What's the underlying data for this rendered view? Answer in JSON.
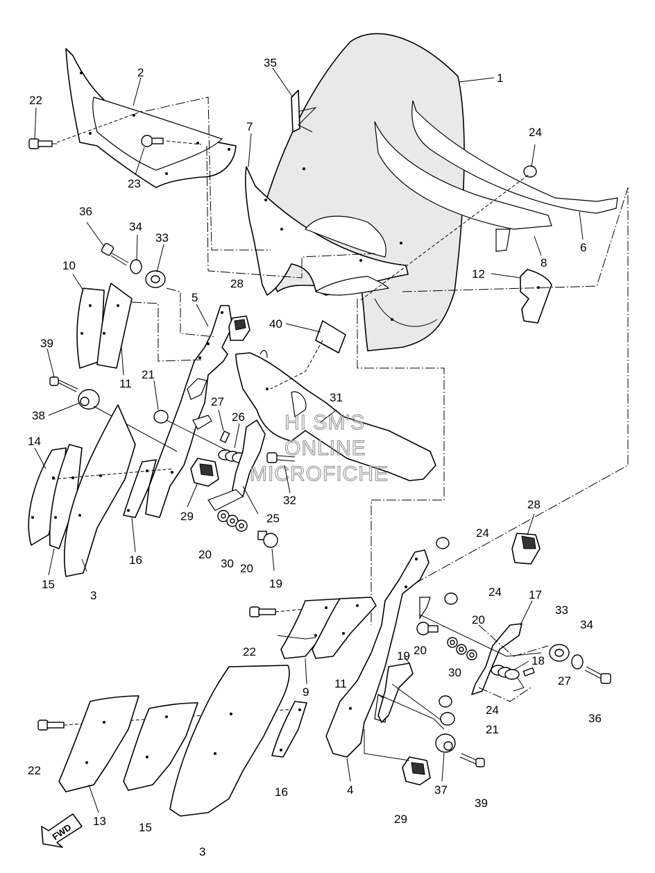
{
  "watermark": {
    "line1": "HI SM'S",
    "line2": "ONLINE",
    "line3": "MICROFICHE"
  },
  "direction_badge": "FWD",
  "callouts": [
    "1",
    "2",
    "3",
    "4",
    "5",
    "6",
    "7",
    "8",
    "9",
    "10",
    "11",
    "12",
    "13",
    "14",
    "15",
    "16",
    "17",
    "18",
    "19",
    "20",
    "21",
    "22",
    "23",
    "24",
    "25",
    "26",
    "27",
    "28",
    "29",
    "30",
    "31",
    "32",
    "33",
    "34",
    "35",
    "36",
    "37",
    "38",
    "39",
    "40"
  ]
}
